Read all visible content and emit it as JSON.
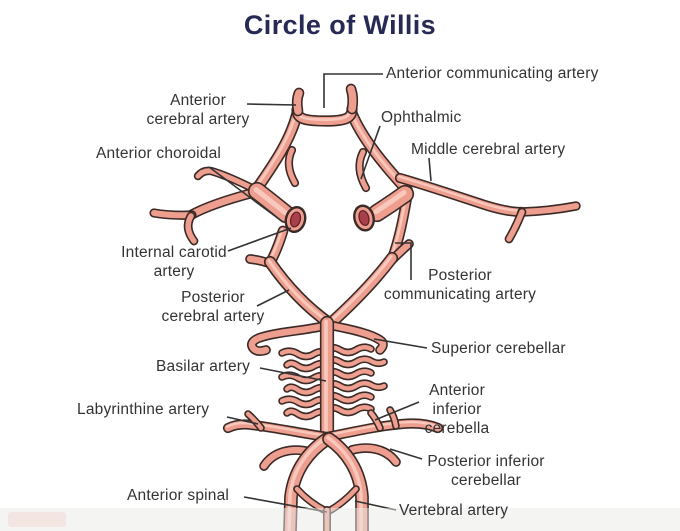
{
  "title": "Circle of Willis",
  "colors": {
    "background": "#FFFFFF",
    "title_color": "#272A54",
    "label_text": "#333333",
    "leader_line": "#333333",
    "artery_fill": "#EE9E8F",
    "artery_outline": "#3B2A26",
    "artery_highlight": "#F8CFC3",
    "artery_lumen": "#A83F4A",
    "footer_band": "#EAE9E8",
    "footer_patch": "#F2D9D2"
  },
  "labels": {
    "antcom": "Anterior communicating artery",
    "aca_1": "Anterior",
    "aca_2": "cerebral artery",
    "ophthalmic": "Ophthalmic",
    "choroidal": "Anterior choroidal",
    "mca": "Middle cerebral artery",
    "ica_1": "Internal carotid",
    "ica_2": "artery",
    "pca_1": "Posterior",
    "pca_2": "cerebral artery",
    "pcom_1": "Posterior",
    "pcom_2": "communicating artery",
    "sup_cerebellar": "Superior cerebellar",
    "basilar": "Basilar artery",
    "labyrinthine": "Labyrinthine artery",
    "aica_1": "Anterior",
    "aica_2": "inferior",
    "aica_3": "cerebella",
    "pica_1": "Posterior inferior",
    "pica_2": "cerebellar",
    "ant_spinal": "Anterior spinal",
    "vertebral": "Vertebral artery"
  }
}
